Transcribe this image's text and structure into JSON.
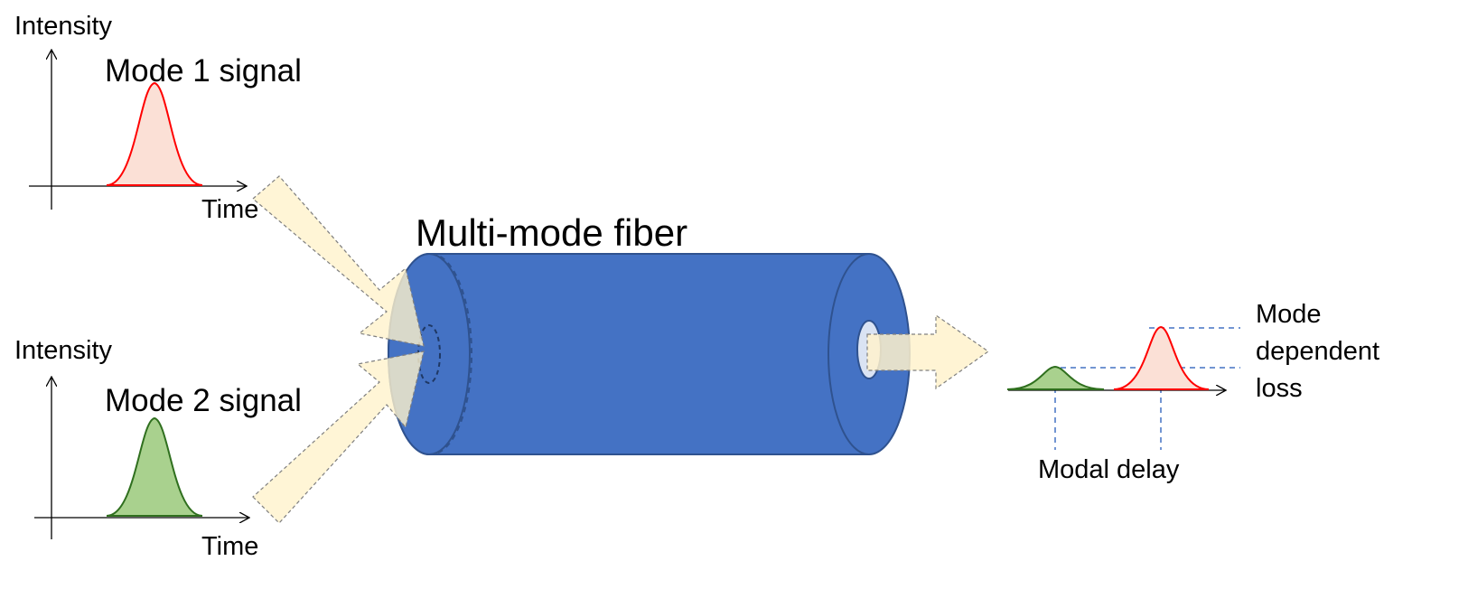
{
  "plot1": {
    "y_label": "Intensity",
    "x_label": "Time",
    "signal_label": "Mode 1 signal",
    "signal_color": "#ff0000",
    "signal_fill": "#fbe0d6"
  },
  "plot2": {
    "y_label": "Intensity",
    "x_label": "Time",
    "signal_label": "Mode 2 signal",
    "signal_color": "#2f6f1e",
    "signal_fill": "#a9d18e"
  },
  "fiber": {
    "title": "Multi-mode fiber",
    "body_color": "#4472c4",
    "edge_color": "#2f528f"
  },
  "arrows": {
    "fill": "#fff2cc"
  },
  "output": {
    "mdl_label_line1": "Mode",
    "mdl_label_line2": "dependent",
    "mdl_label_line3": "loss",
    "delay_label": "Modal delay",
    "guide_color": "#4472c4"
  }
}
